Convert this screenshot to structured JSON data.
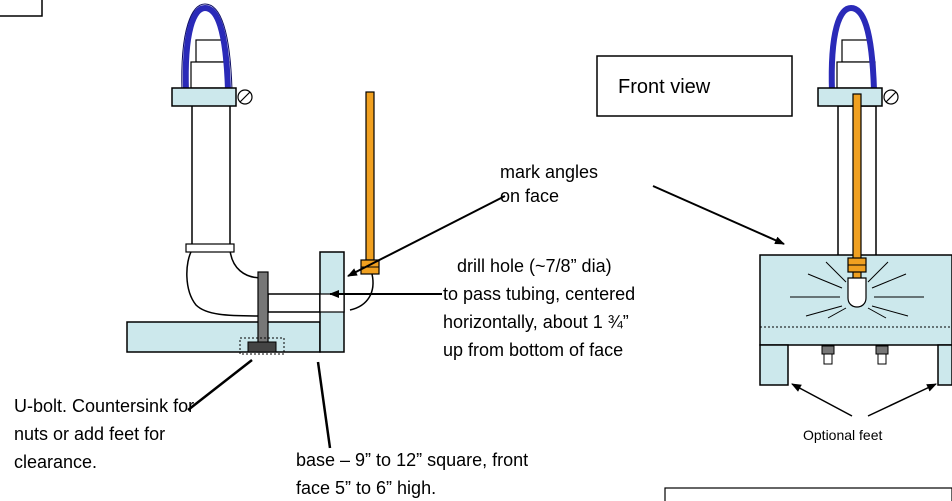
{
  "title_box": {
    "label": "Front view"
  },
  "labels": {
    "mark_angles": [
      "mark angles",
      "on face"
    ],
    "drill_hole": [
      "drill hole (~7/8” dia)",
      "to pass tubing, centered",
      "horizontally, about 1 ¾”",
      "up from bottom of face"
    ],
    "ubolt": [
      "U-bolt. Countersink for",
      "nuts or add feet for",
      "clearance."
    ],
    "base": [
      "base – 9” to 12” square, front",
      "face 5” to 6” high."
    ],
    "optional_feet": "Optional feet"
  },
  "colors": {
    "base_fill": "#cce8ec",
    "rod_fill": "#f0a020",
    "hose": "#2a2ab8",
    "bolt": "#777777",
    "outline": "#000000"
  }
}
